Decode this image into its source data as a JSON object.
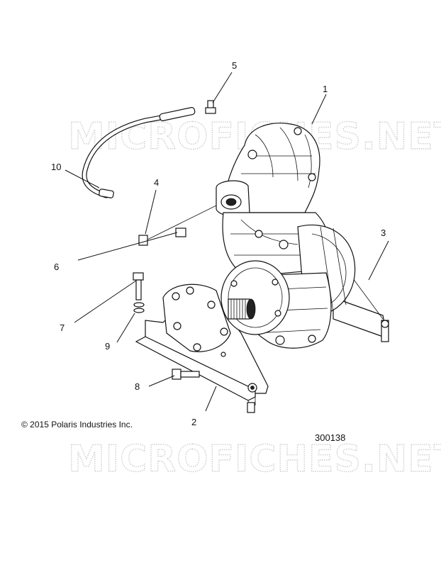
{
  "watermarks": [
    "MICROFICHES.NET",
    "MICROFICHES.NET"
  ],
  "callouts": [
    "1",
    "2",
    "3",
    "4",
    "5",
    "6",
    "7",
    "8",
    "9",
    "10"
  ],
  "copyright": "© 2015 Polaris Industries Inc.",
  "part_number": "300138"
}
